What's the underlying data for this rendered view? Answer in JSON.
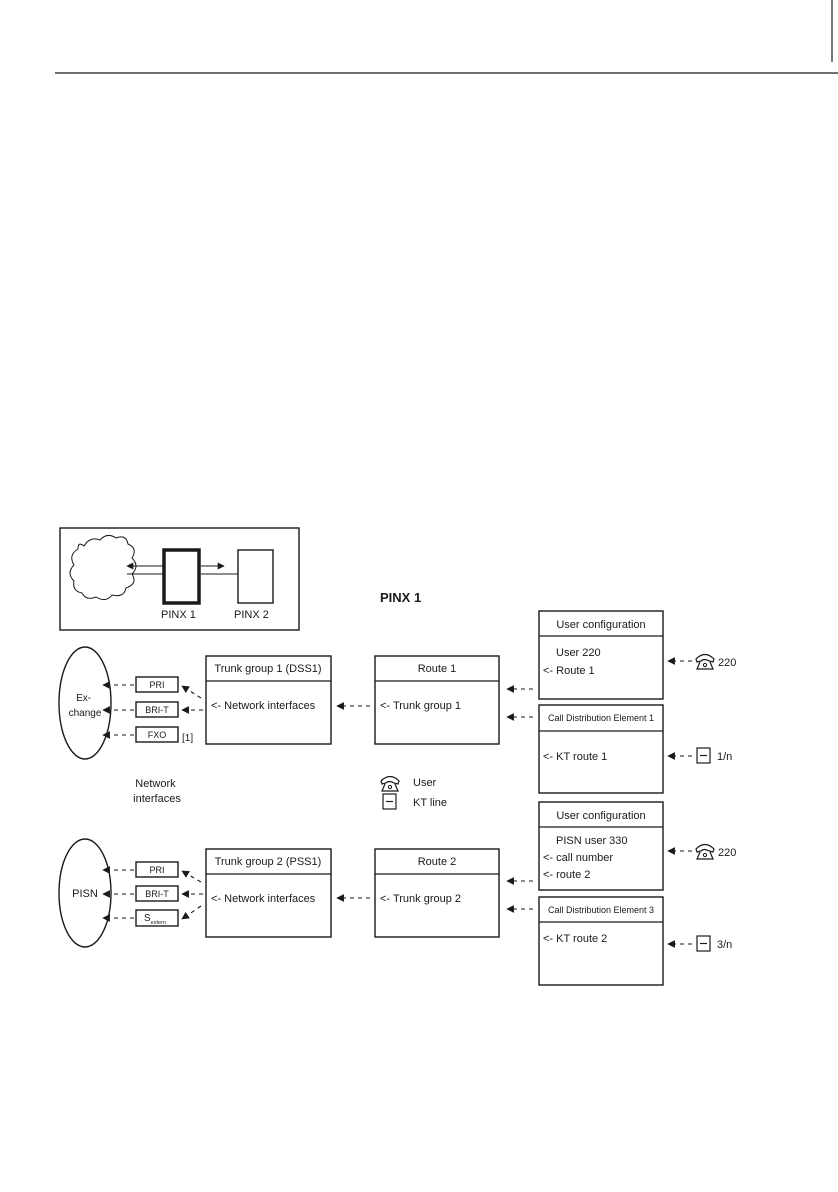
{
  "overview": {
    "pinx1": "PINX 1",
    "pinx2": "PINX 2"
  },
  "diagram_title": "PINX 1",
  "top": {
    "exchange": "Ex-\nchange",
    "interfaces": [
      "PRI",
      "BRI-T",
      "FXO"
    ],
    "footnote": "[1]",
    "trunk_group": {
      "title": "Trunk group 1 (DSS1)",
      "body": "<- Network interfaces"
    },
    "route": {
      "title": "Route 1",
      "body": "<- Trunk group 1"
    },
    "user_config": {
      "title": "User configuration",
      "lines": [
        "User 220",
        "<- Route 1"
      ]
    },
    "cde": {
      "title": "Call Distribution Element 1",
      "lines": [
        "<- KT route 1"
      ]
    },
    "user_number": "220",
    "kt_line_number": "1/n"
  },
  "network_interfaces_label": "Network\ninterfaces",
  "legend": {
    "user": "User",
    "kt_line": "KT line"
  },
  "bottom": {
    "pisn": "PISN",
    "interfaces": [
      "PRI",
      "BRI-T"
    ],
    "s_extern": {
      "main": "S",
      "sub": "extern"
    },
    "trunk_group": {
      "title": "Trunk group 2 (PSS1)",
      "body": "<- Network interfaces"
    },
    "route": {
      "title": "Route 2",
      "body": "<- Trunk group 2"
    },
    "user_config": {
      "title": "User configuration",
      "lines": [
        "PISN user 330",
        "<- call number",
        "<- route 2"
      ]
    },
    "cde": {
      "title": "Call Distribution Element 3",
      "lines": [
        "<- KT route 2"
      ]
    },
    "user_number": "220",
    "kt_line_number": "3/n"
  }
}
